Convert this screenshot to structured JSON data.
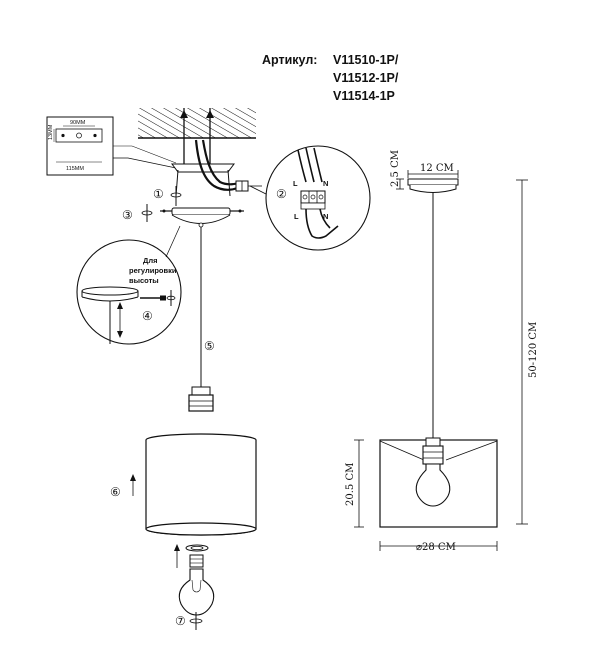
{
  "article": {
    "label": "Артикул:",
    "codes": [
      "V11510-1P/",
      "V11512-1P/",
      "V11514-1P"
    ]
  },
  "mount_detail": {
    "hole_spacing": "90MM",
    "plate_length": "115MM",
    "plate_height": "13MM"
  },
  "wiring": {
    "terminal_L": "L",
    "terminal_N": "N"
  },
  "height_note": [
    "Для",
    "регулировки",
    "высоты"
  ],
  "steps": [
    "①",
    "②",
    "③",
    "④",
    "⑤",
    "⑥",
    "⑦"
  ],
  "dimensions": {
    "canopy_height": "2.5 CM",
    "canopy_width": "12 CM",
    "total_height": "50-120 CM",
    "shade_height": "20.5 CM",
    "shade_diameter": "⌀28 CM"
  }
}
